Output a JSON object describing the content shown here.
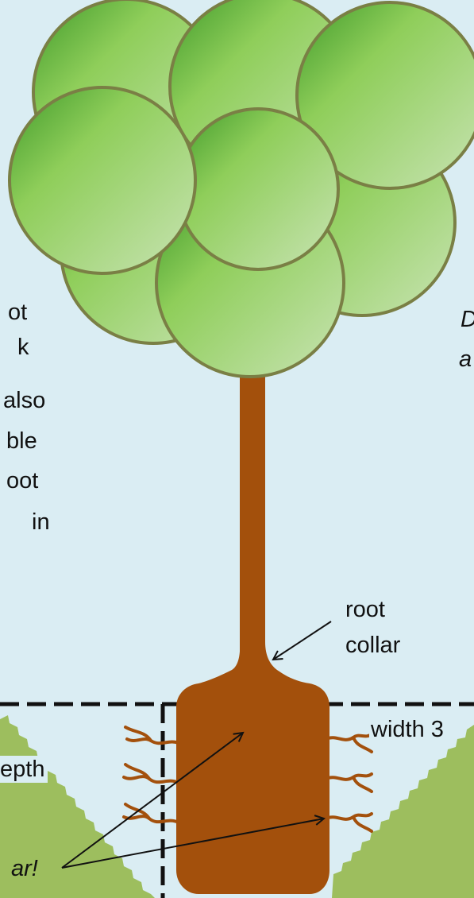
{
  "left_text_fragments": [
    "ot",
    "k",
    "also",
    "ble",
    "oot",
    "in"
  ],
  "right_text_fragments": [
    "D",
    "a"
  ],
  "labels": {
    "root_collar_line1": "root",
    "root_collar_line2": "collar",
    "width": "width 3",
    "depth": "epth",
    "warning": "ar!"
  },
  "colors": {
    "background": "#daedf3",
    "leaf_dark": "#3f9a2a",
    "leaf_light": "#c8e3b3",
    "leaf_outline": "#7a7f45",
    "trunk": "#a3500c",
    "ground": "#9dbe5e"
  }
}
